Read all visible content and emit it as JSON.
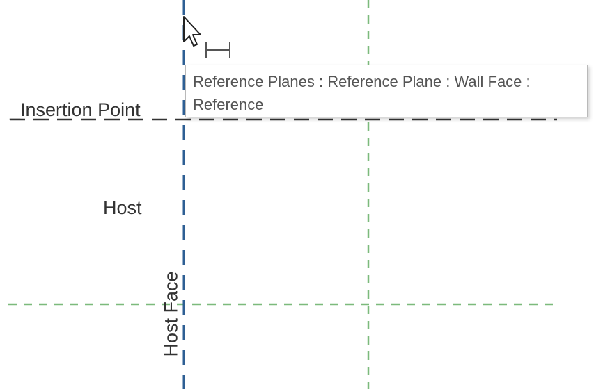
{
  "view": {
    "labels": {
      "insertion_point": "_Insertion Point",
      "host": "Host",
      "host_face": "Host Face"
    },
    "tooltip": {
      "line1": "Reference Planes : Reference Plane : Wall Face :",
      "line2": "Reference"
    },
    "colors": {
      "background": "#ffffff",
      "selected_plane": "#2e5f94",
      "reference_plane": "#7cba7c",
      "insertion_plane": "#333333",
      "label_text": "#333333",
      "tooltip_text": "#555555"
    },
    "icons": {
      "cursor": "arrow-pointer-icon",
      "dimension": "dimension-icon"
    }
  }
}
